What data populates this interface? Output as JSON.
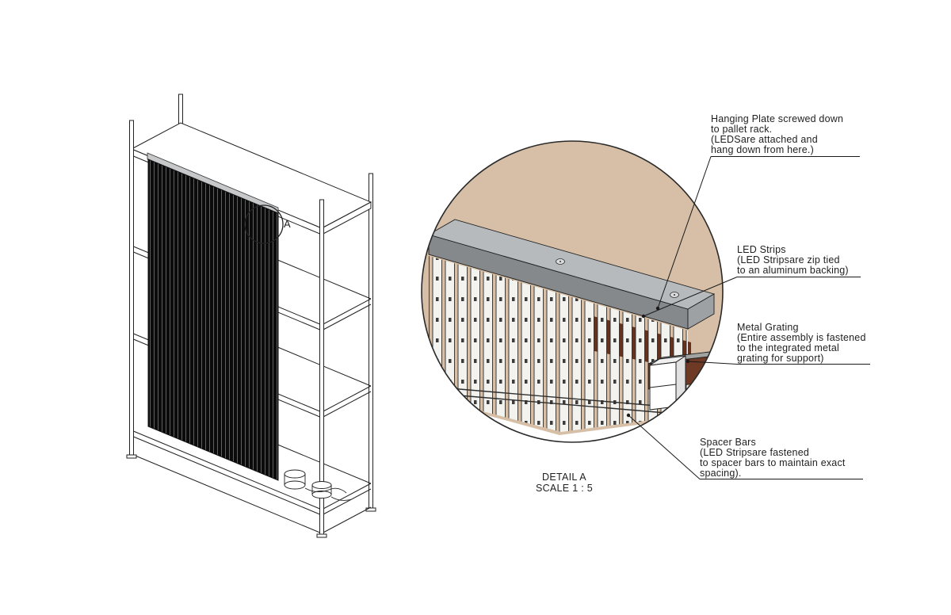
{
  "colors": {
    "background": "#ffffff",
    "line": "#1f1f1f",
    "tan": "#d6bfa6",
    "plate-top": "#b6babd",
    "plate-front": "#85898c",
    "plate-side": "#9da1a4",
    "grating-front": "#6e3a26",
    "grating-top": "#a2a2a0",
    "strip-fill": "#f2f2ef",
    "panel-black": "#0b0b0b"
  },
  "overview": {
    "detail_marker_label": "A"
  },
  "detail_view": {
    "title": "DETAIL A",
    "scale": "SCALE 1 : 5"
  },
  "annotations": {
    "hanging_plate": "Hanging Plate screwed down\nto pallet rack.\n(LEDSare attached and\nhang down from here.)",
    "led_strips": "LED Strips\n(LED Stripsare zip tied\nto an aluminum backing)",
    "metal_grating": "Metal Grating\n(Entire assembly is fastened\nto the integrated metal\ngrating for support)",
    "spacer_bars": "Spacer Bars\n(LED Stripsare fastened\nto spacer bars to maintain exact\nspacing)."
  }
}
